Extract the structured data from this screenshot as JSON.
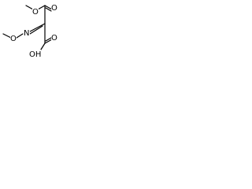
{
  "molecule": {
    "labels": {
      "ester_o_top": "O",
      "carbonyl_o_ester": "O",
      "imine_n": "N",
      "ether_o_left": "O",
      "carbonyl_o_acid": "O",
      "hydroxyl": "OH"
    },
    "colors": {
      "bond": "#000000",
      "label": "#000000",
      "background": "#ffffff"
    }
  }
}
